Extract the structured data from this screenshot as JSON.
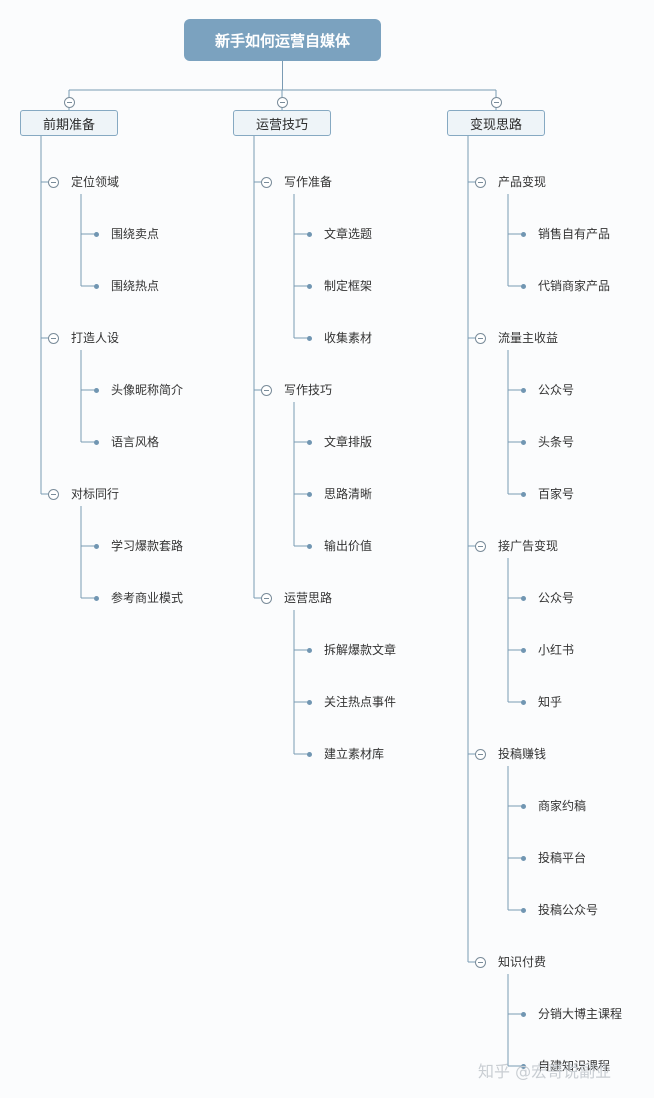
{
  "root": {
    "label": "新手如何运营自媒体"
  },
  "branches": [
    {
      "label": "前期准备",
      "children": [
        {
          "label": "定位领域",
          "items": [
            "围绕卖点",
            "围绕热点"
          ]
        },
        {
          "label": "打造人设",
          "items": [
            "头像昵称简介",
            "语言风格"
          ]
        },
        {
          "label": "对标同行",
          "items": [
            "学习爆款套路",
            "参考商业模式"
          ]
        }
      ]
    },
    {
      "label": "运营技巧",
      "children": [
        {
          "label": "写作准备",
          "items": [
            "文章选题",
            "制定框架",
            "收集素材"
          ]
        },
        {
          "label": "写作技巧",
          "items": [
            "文章排版",
            "思路清晰",
            "输出价值"
          ]
        },
        {
          "label": "运营思路",
          "items": [
            "拆解爆款文章",
            "关注热点事件",
            "建立素材库"
          ]
        }
      ]
    },
    {
      "label": "变现思路",
      "children": [
        {
          "label": "产品变现",
          "items": [
            "销售自有产品",
            "代销商家产品"
          ]
        },
        {
          "label": "流量主收益",
          "items": [
            "公众号",
            "头条号",
            "百家号"
          ]
        },
        {
          "label": "接广告变现",
          "items": [
            "公众号",
            "小红书",
            "知乎"
          ]
        },
        {
          "label": "投稿赚钱",
          "items": [
            "商家约稿",
            "投稿平台",
            "投稿公众号"
          ]
        },
        {
          "label": "知识付费",
          "items": [
            "分销大博主课程",
            "自建知识课程"
          ]
        }
      ]
    }
  ],
  "watermark": "知乎 @宏哥说副业",
  "colors": {
    "line": "#7a9bb4",
    "root_fill": "#7ba2bf",
    "branch_border": "#86a9c2",
    "dot": "#7196b2"
  }
}
